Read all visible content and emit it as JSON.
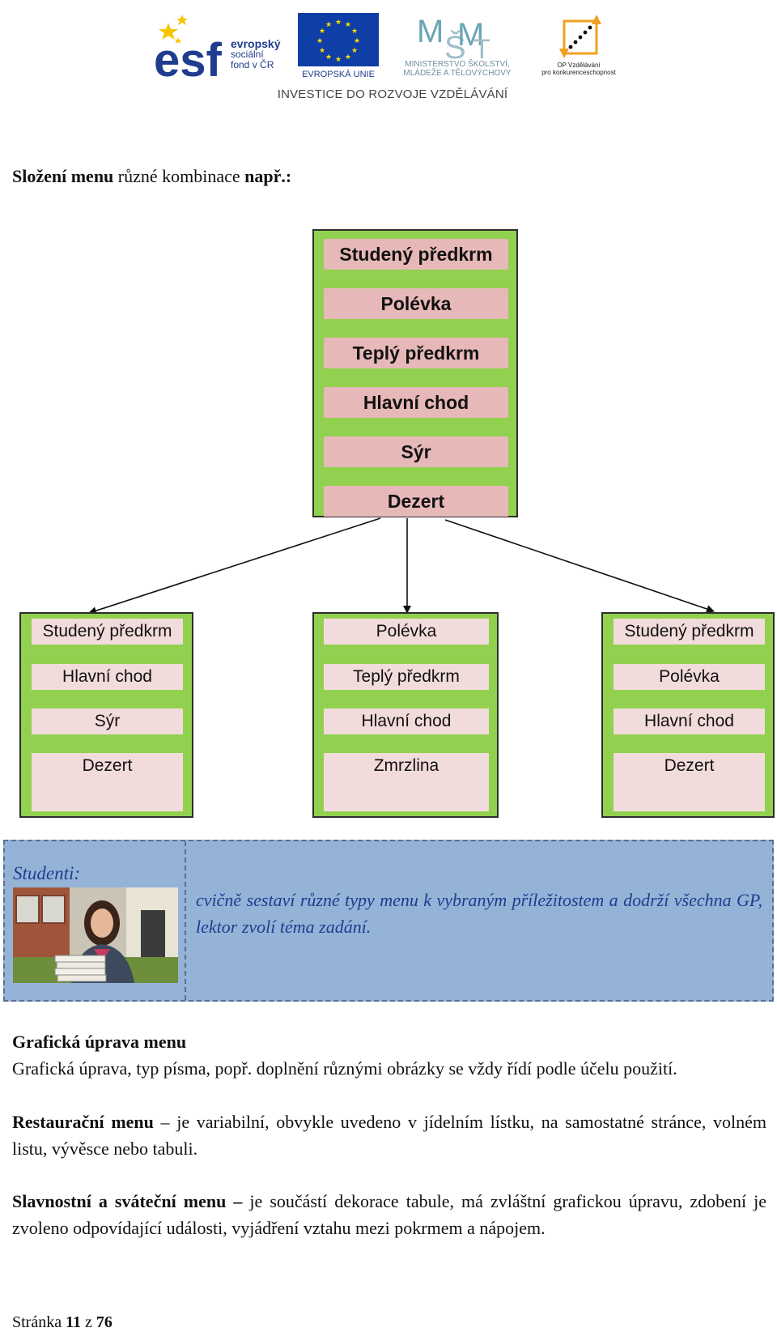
{
  "header": {
    "esf_text_1": "evropský",
    "esf_text_2": "sociální",
    "esf_text_3": "fond v ČR",
    "eu_text": "EVROPSKÁ UNIE",
    "msmt_text_1": "MINISTERSTVO ŠKOLSTVÍ,",
    "msmt_text_2": "MLÁDEŽE A TĚLOVÝCHOVY",
    "op_text_1": "OP Vzdělávání",
    "op_text_2": "pro konkurenceschopnost",
    "investice": "INVESTICE DO ROZVOJE VZDĚLÁVÁNÍ"
  },
  "intro": {
    "bold1": "Složení menu",
    "normal": " různé kombinace ",
    "bold2": "např.:"
  },
  "diagram": {
    "top": [
      "Studený předkrm",
      "Polévka",
      "Teplý předkrm",
      "Hlavní chod",
      "Sýr",
      "Dezert"
    ],
    "left": [
      "Studený předkrm",
      "Hlavní chod",
      "Sýr",
      "Dezert"
    ],
    "middle": [
      "Polévka",
      "Teplý předkrm",
      "Hlavní chod",
      "Zmrzlina"
    ],
    "right": [
      "Studený předkrm",
      "Polévka",
      "Hlavní chod",
      "Dezert"
    ]
  },
  "students": {
    "label": "Studenti:",
    "text": "cvičně sestaví různé typy menu k vybraným příležitostem a dodrží všechna GP, lektor zvolí téma zadání."
  },
  "sections": {
    "graficka_title": "Grafická úprava menu",
    "graficka_text": "Grafická úprava, typ písma, popř. doplnění různými obrázky se vždy řídí podle účelu použití.",
    "restauracni_bold": "Restaurační menu",
    "restauracni_text": " – je variabilní, obvykle uvedeno v jídelním lístku, na samostatné stránce, volném listu, vývěsce nebo tabuli.",
    "slavnostni_bold": "Slavnostní a sváteční menu –",
    "slavnostni_text": " je součástí dekorace tabule, má zvláštní grafickou úpravu, zdobení je zvoleno odpovídající události, vyjádření vztahu mezi pokrmem a nápojem."
  },
  "footer": {
    "prefix": "Stránka ",
    "page": "11",
    "middle": " z ",
    "total": "76"
  },
  "colors": {
    "box_green": "#92d050",
    "top_cell_pink": "#e6b8b7",
    "sub_cell_pink": "#f2dcdb",
    "panel_blue": "#95b3d7",
    "student_text": "#1f3c8f"
  }
}
